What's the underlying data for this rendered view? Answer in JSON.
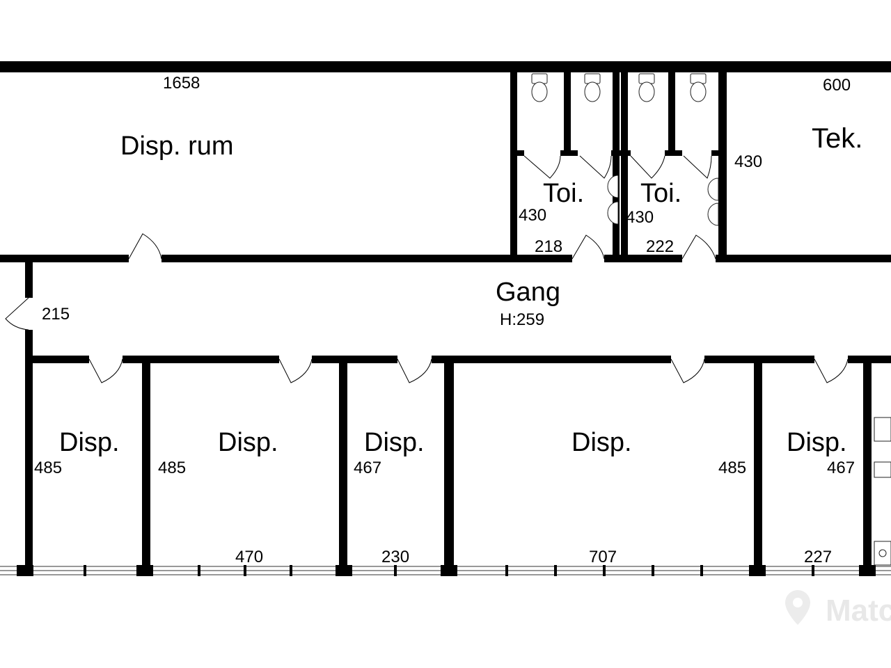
{
  "rooms": {
    "disp_rum": {
      "name": "Disp. rum",
      "dim": "1658"
    },
    "toi_1": {
      "name": "Toi.",
      "dim_h": "430",
      "dim_w": "218"
    },
    "toi_2": {
      "name": "Toi.",
      "dim_h": "430",
      "dim_w": "222"
    },
    "tek": {
      "name": "Tek.",
      "dim_w": "600",
      "dim_h": "430"
    },
    "gang": {
      "name": "Gang",
      "height_label": "H:259",
      "dim": "215"
    },
    "disp_1": {
      "name": "Disp.",
      "dim_h": "485"
    },
    "disp_2": {
      "name": "Disp.",
      "dim_h": "485",
      "dim_w": "470"
    },
    "disp_3": {
      "name": "Disp.",
      "dim_h": "467",
      "dim_w": "230"
    },
    "disp_4": {
      "name": "Disp.",
      "dim_h": "485",
      "dim_w": "707"
    },
    "disp_5": {
      "name": "Disp.",
      "dim_h": "467",
      "dim_w": "227"
    }
  },
  "watermark": {
    "text": "Match"
  },
  "colors": {
    "wall": "#000000",
    "background": "#ffffff",
    "window": "#777777"
  }
}
